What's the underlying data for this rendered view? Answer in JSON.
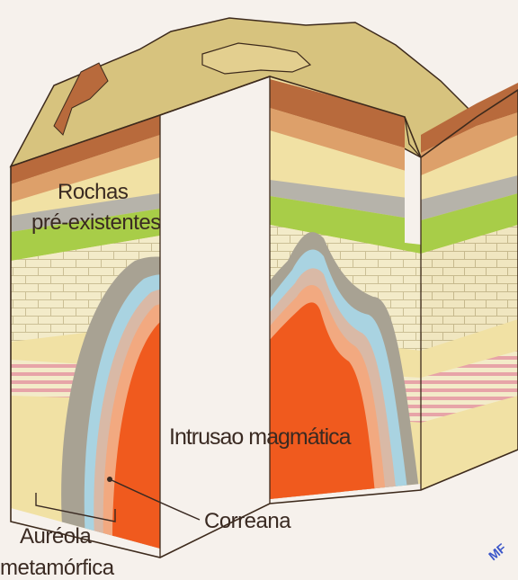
{
  "labels": {
    "rocks_line1": "Rochas",
    "rocks_line2": "pré-existentes",
    "intrusion": "Intrusao magmática",
    "hornfels": "Correana",
    "aureole_line1": "Auréola",
    "aureole_line2": "metamórfica"
  },
  "watermark": "MF",
  "colors": {
    "background": "#f6f1ec",
    "topsoil": "#d7c37e",
    "brown_layer": "#b86a3c",
    "orange_layer": "#dda06a",
    "pale_layer": "#f1e1a4",
    "gray_layer": "#b6b3aa",
    "green_layer": "#a8cd48",
    "limestone": "#f3ebc9",
    "pink_bands": "#e7a4a8",
    "magma": "#f05a1e",
    "hornfels_blue": "#a9d3e1",
    "aureole_gray": "#a8a293"
  }
}
